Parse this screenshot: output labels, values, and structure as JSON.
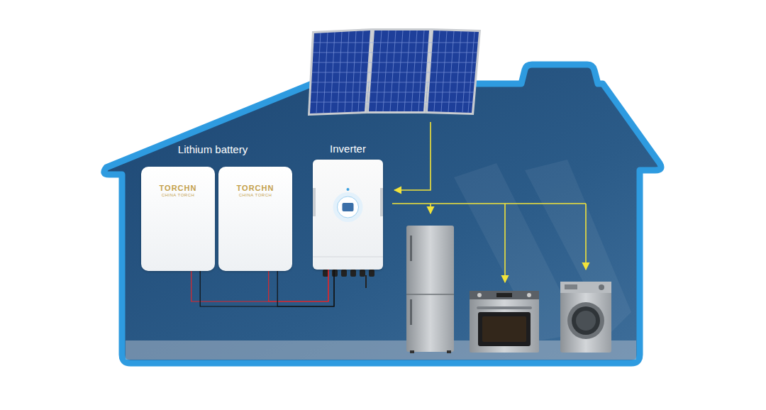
{
  "diagram": {
    "nodes": [
      {
        "text": [
          "TORCHN",
          "CHINA TORCH"
        ]
      },
      {
        "text": [
          "TORCHN",
          "CHINA TORCH"
        ]
      },
      {
        "text": [
          "Inverter"
        ]
      }
    ],
    "edges": [
      {
        "from": 0,
        "to": 2,
        "arrow": "none"
      },
      {
        "from": 1,
        "to": 2,
        "arrow": "none"
      }
    ],
    "labels": [
      "Lithium battery"
    ]
  }
}
